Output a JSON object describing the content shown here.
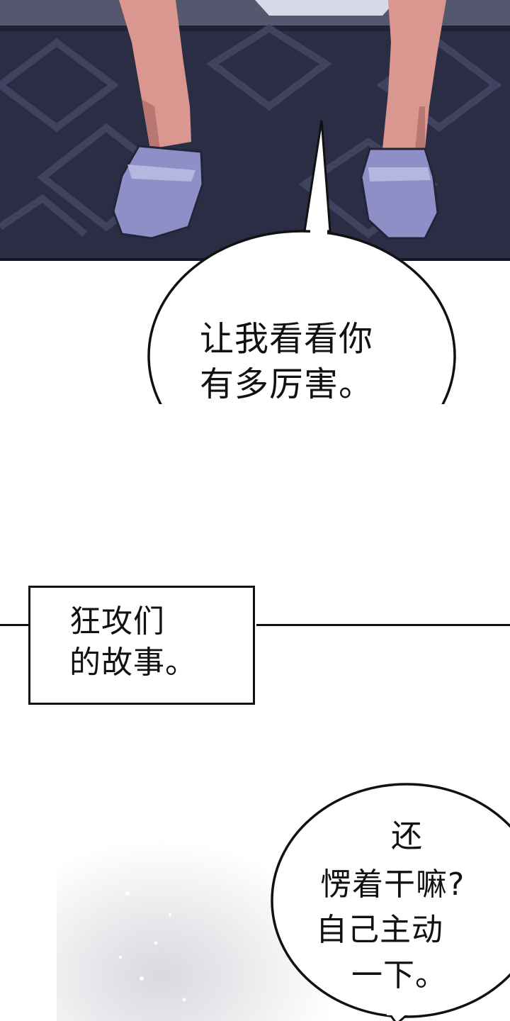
{
  "panels": {
    "top_scene": {
      "description_icon": "legs-slippers-panel"
    },
    "speech_bubble_1": {
      "lines": [
        "让我看看你",
        "有多厉害。"
      ]
    },
    "caption_box": {
      "lines": [
        "狂攻们",
        "的故事。"
      ]
    },
    "speech_bubble_2": {
      "line1": "还",
      "line2": "愣着干嘛?",
      "line3": "自己主动",
      "line4": "一下。"
    }
  },
  "colors": {
    "carpet": "#2b2d45",
    "carpet_pattern": "#3c3f5c",
    "skin": "#d9978f",
    "slipper": "#8e8fc6",
    "ink": "#111111"
  }
}
